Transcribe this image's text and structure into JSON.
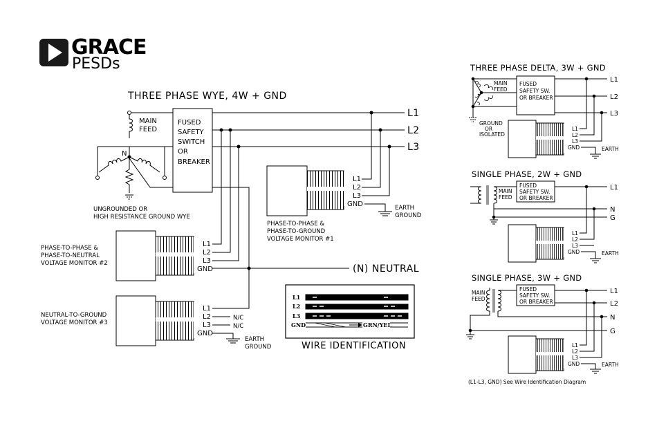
{
  "logo": {
    "brand": "GRACE",
    "product": "PESDs"
  },
  "wye": {
    "title": "THREE PHASE WYE, 4W + GND",
    "main_feed": [
      "MAIN",
      "FEED"
    ],
    "switch": [
      "FUSED",
      "SAFETY",
      "SWITCH",
      "OR",
      "BREAKER"
    ],
    "neutral_point": "N",
    "lines": [
      "L1",
      "L2",
      "L3"
    ],
    "ground_caption": [
      "UNGROUNDED OR",
      "HIGH RESISTANCE GROUND WYE"
    ],
    "neutral_line": "(N)  NEUTRAL",
    "monitor1_caption": [
      "PHASE-TO-PHASE &",
      "PHASE-TO-GROUND",
      "VOLTAGE MONITOR #1"
    ],
    "monitor2_caption": [
      "PHASE-TO-PHASE &",
      "PHASE-TO-NEUTRAL",
      "VOLTAGE MONITOR #2"
    ],
    "monitor3_caption": [
      "NEUTRAL-TO-GROUND",
      "VOLTAGE MONITOR #3"
    ],
    "terminals": [
      "L1",
      "L2",
      "L3",
      "GND"
    ],
    "nc": "N/C",
    "earth_ground": [
      "EARTH",
      "GROUND"
    ]
  },
  "wire_id": {
    "title": "WIRE IDENTIFICATION",
    "rows": [
      "L1",
      "L2",
      "L3",
      "GND"
    ],
    "gnd_color": "GRN/YEL"
  },
  "delta": {
    "title": "THREE PHASE DELTA, 3W + GND",
    "main_feed": [
      "MAIN",
      "FEED"
    ],
    "switch": [
      "FUSED",
      "SAFETY SW.",
      "OR BREAKER"
    ],
    "ground_note": [
      "GROUND",
      "OR",
      "ISOLATED"
    ],
    "lines": [
      "L1",
      "L2",
      "L3"
    ],
    "earth": "EARTH"
  },
  "single2w": {
    "title": "SINGLE PHASE, 2W + GND",
    "main_feed": [
      "MAIN",
      "FEED"
    ],
    "switch": [
      "FUSED",
      "SAFETY SW.",
      "OR BREAKER"
    ],
    "lines": [
      "L1",
      "N",
      "G"
    ],
    "earth": "EARTH"
  },
  "single3w": {
    "title": "SINGLE PHASE, 3W + GND",
    "main_feed": [
      "MAIN",
      "FEED"
    ],
    "switch": [
      "FUSED",
      "SAFETY SW.",
      "OR BREAKER"
    ],
    "lines": [
      "L1",
      "L2",
      "N",
      "G"
    ],
    "earth": "EARTH"
  },
  "footnote": "(L1-L3, GND) See Wire Identification Diagram",
  "colors": {
    "ink": "#000000",
    "paper": "#ffffff",
    "logo_bg": "#1a1a1a"
  }
}
